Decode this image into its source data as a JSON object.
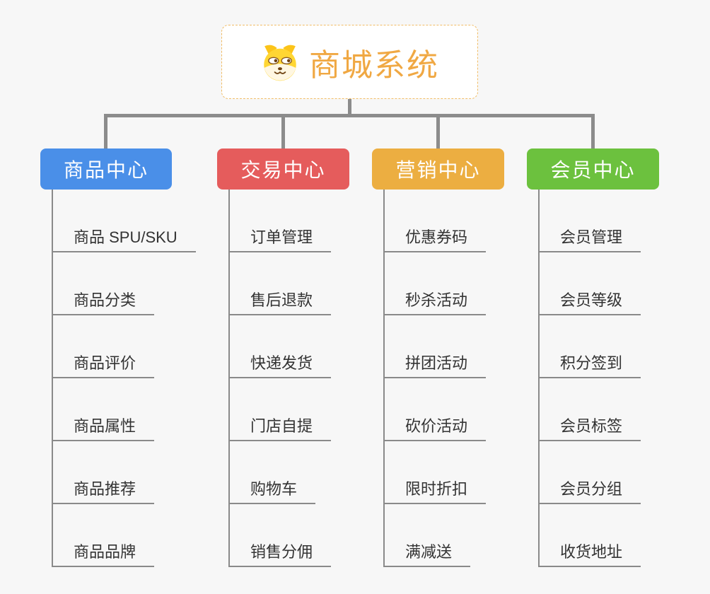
{
  "page": {
    "background_color": "#f7f7f7",
    "connector_color": "#8c8c8c"
  },
  "root": {
    "title": "商城系统",
    "icon": "dog-face-icon",
    "text_color": "#f0a843",
    "border_color": "#f0bc66",
    "background_color": "#ffffff"
  },
  "branches": [
    {
      "label": "商品中心",
      "color": "#4a8fe8",
      "items": [
        "商品 SPU/SKU",
        "商品分类",
        "商品评价",
        "商品属性",
        "商品推荐",
        "商品品牌"
      ]
    },
    {
      "label": "交易中心",
      "color": "#e55c5c",
      "items": [
        "订单管理",
        "售后退款",
        "快递发货",
        "门店自提",
        "购物车",
        "销售分佣"
      ]
    },
    {
      "label": "营销中心",
      "color": "#ecae41",
      "items": [
        "优惠券码",
        "秒杀活动",
        "拼团活动",
        "砍价活动",
        "限时折扣",
        "满减送"
      ]
    },
    {
      "label": "会员中心",
      "color": "#6cc13e",
      "items": [
        "会员管理",
        "会员等级",
        "积分签到",
        "会员标签",
        "会员分组",
        "收货地址"
      ]
    }
  ]
}
